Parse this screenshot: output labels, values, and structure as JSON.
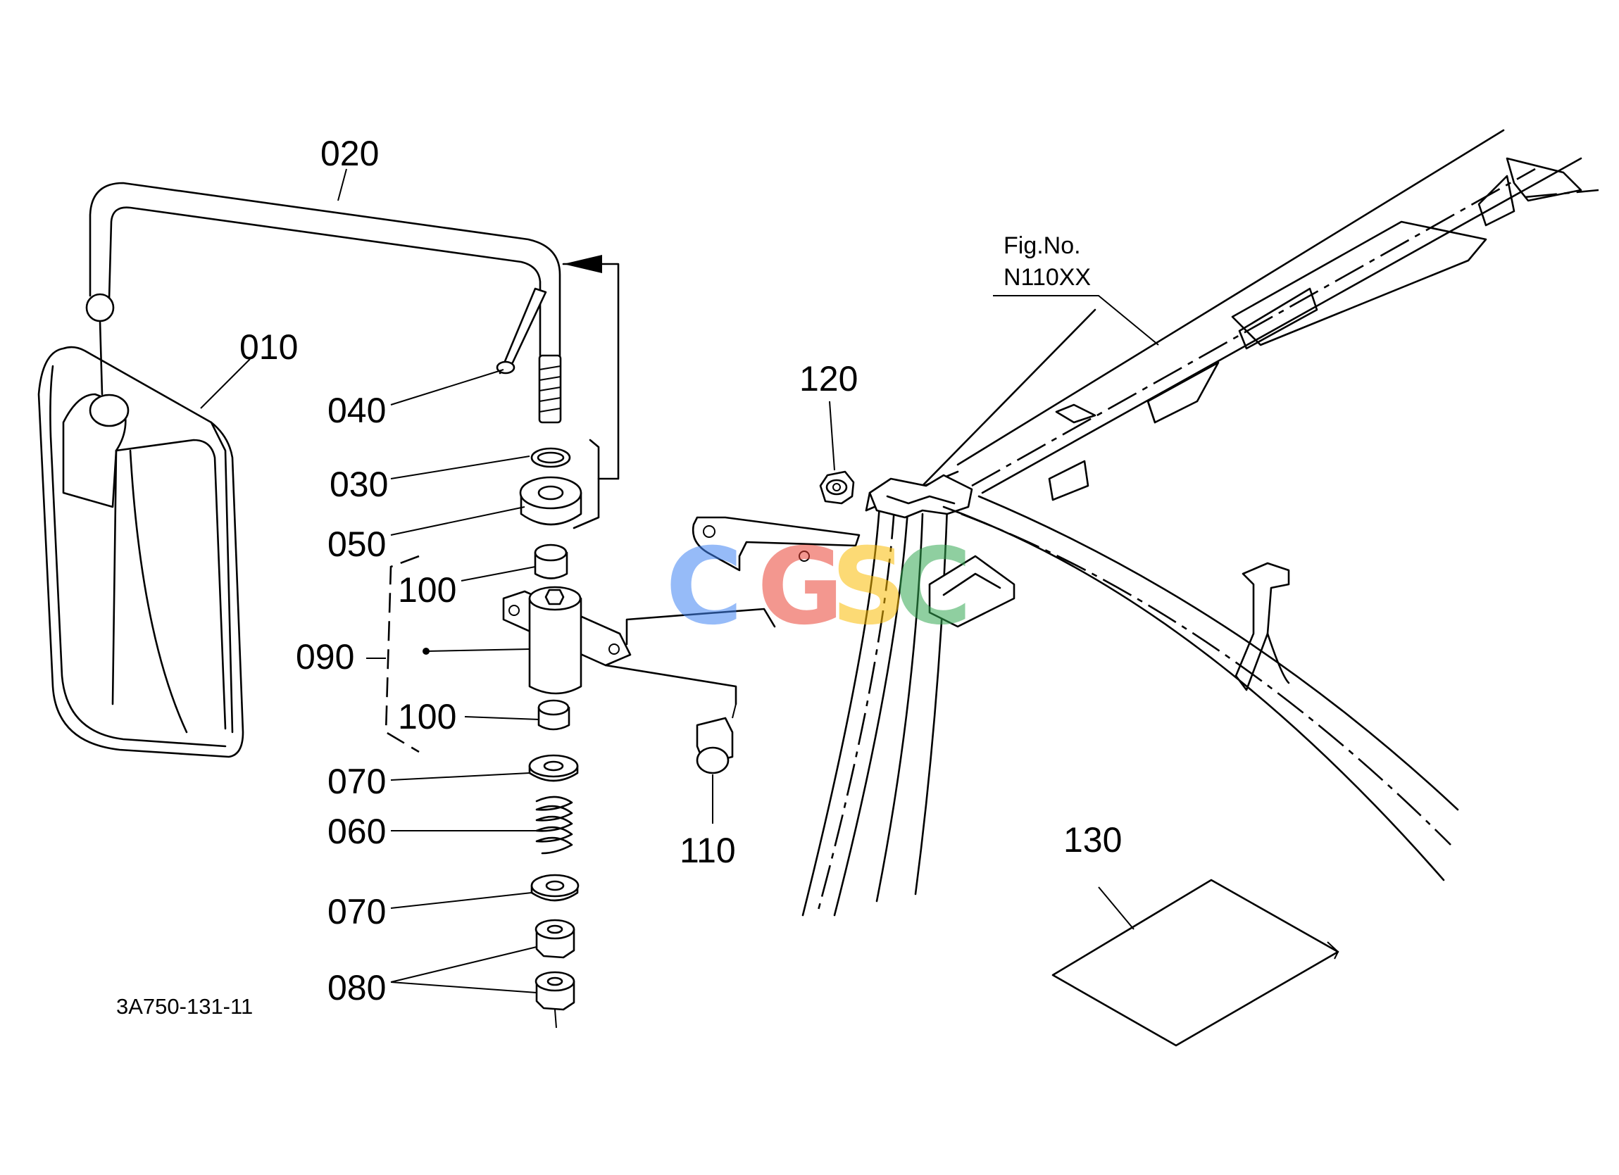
{
  "callouts": {
    "c010": "010",
    "c020": "020",
    "c030": "030",
    "c040": "040",
    "c050": "050",
    "c060": "060",
    "c070a": "070",
    "c070b": "070",
    "c080": "080",
    "c090": "090",
    "c100a": "100",
    "c100b": "100",
    "c110": "110",
    "c120": "120",
    "c130": "130"
  },
  "reference": {
    "fig_line1": "Fig.No.",
    "fig_line2": "N110XX"
  },
  "drawing_code": "3A750-131-11",
  "watermark": {
    "letters": [
      "C",
      "G",
      "S",
      "C"
    ],
    "colors": [
      "#4285F4",
      "#EA4335",
      "#FBBC05",
      "#34A853"
    ]
  }
}
